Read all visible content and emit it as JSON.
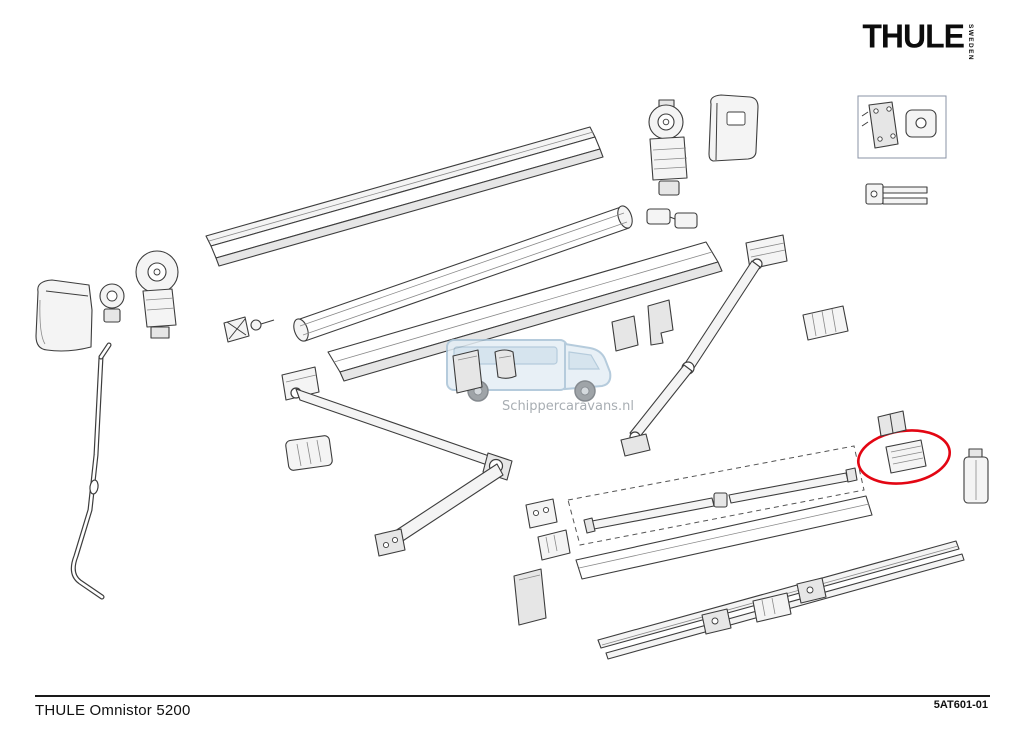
{
  "brand": {
    "name": "THULE",
    "origin": "SWEDEN"
  },
  "watermark": {
    "site": "Schippercaravans.nl"
  },
  "footer": {
    "model": "THULE Omnistor 5200",
    "doc_number": "5AT601-01"
  },
  "colors": {
    "highlight": "#e30613",
    "line": "#3d3d3d",
    "watermark_blue": "#a9c3d6",
    "background": "#ffffff"
  }
}
